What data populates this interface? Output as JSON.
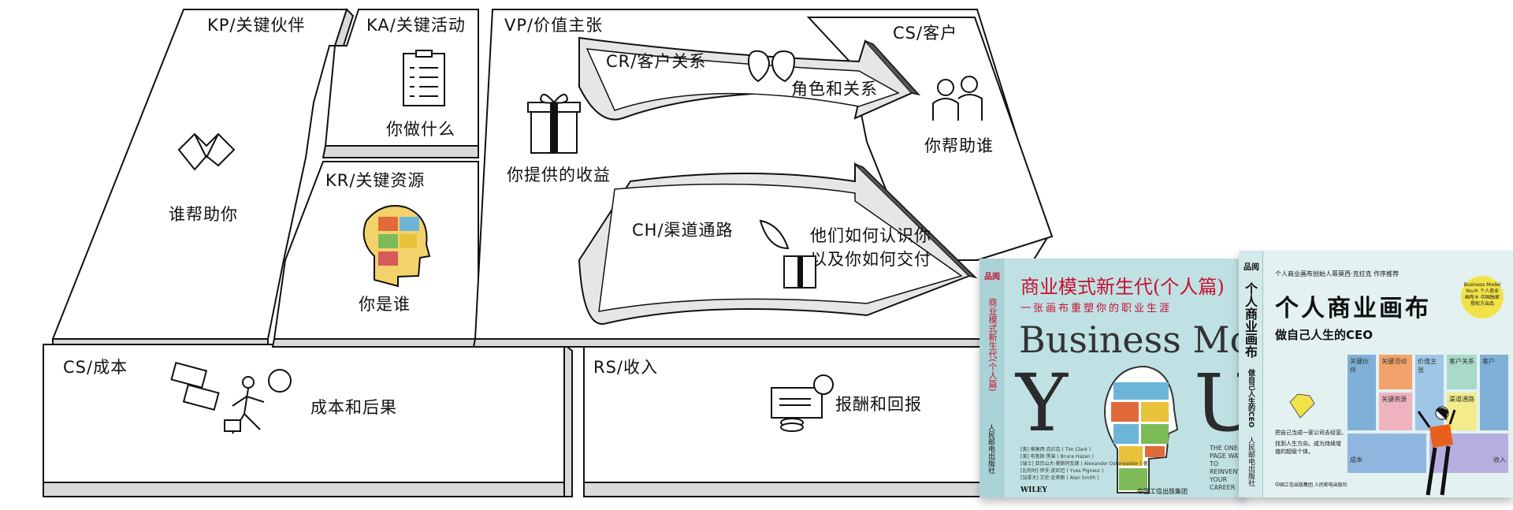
{
  "canvas": {
    "kp": {
      "title": "KP/关键伙伴",
      "desc": "谁帮助你"
    },
    "ka": {
      "title": "KA/关键活动",
      "desc": "你做什么"
    },
    "kr": {
      "title": "KR/关键资源",
      "desc": "你是谁"
    },
    "vp": {
      "title": "VP/价值主张",
      "desc": "你提供的收益"
    },
    "cr": {
      "title": "CR/客户关系",
      "desc": "角色和关系"
    },
    "cs": {
      "title": "CS/客户",
      "desc": "你帮助谁"
    },
    "ch": {
      "title": "CH/渠道通路",
      "desc_line1": "他们如何认识你",
      "desc_line2": "以及你如何交付"
    },
    "cost": {
      "title": "CS/成本",
      "desc": "成本和后果"
    },
    "rs": {
      "title": "RS/收入",
      "desc": "报酬和回报"
    }
  },
  "book1": {
    "brand": "品阅",
    "spine_title": "商业模式新生代(个人篇)",
    "spine_publisher": "人民邮电出版社",
    "title": "商业模式新生代(个人篇)",
    "subtitle": "一张画布重塑你的职业生涯",
    "english": "Business Model",
    "letter_y": "Y",
    "letter_u": "U",
    "tagline": "THE ONE-PAGE WAY TO REINVENT YOUR CAREER",
    "authors": [
      "[美] 蒂莫西·克拉克 ( Tim Clark )",
      "[美] 布鲁斯·黑曾 ( Bruce Hazen )",
      "[瑞士] 亚历山大·奥斯特瓦德 ( Alexander Osterwalder ) 著",
      "[比利时] 伊夫·皮尼厄 ( Yves Pigneur )",
      "[加拿大] 艾伦·史密斯 ( Alan Smith )"
    ],
    "publisher_logo": "WILEY",
    "imprint": "中国工信出版集团"
  },
  "book2": {
    "brand": "品阅",
    "endorsement": "个人商业画布创始人蒂莫西·克拉克 作序推荐",
    "title": "个人商业画布",
    "subtitle": "做自己人生的CEO",
    "badge": "Business Model You® 个人商业画布® 中国独家 授权方出品",
    "slogan1": "把自己当成一家公司去经营。",
    "slogan2": "找到人生方向，成为持续增值的超级个体。",
    "spine_publisher": "人民邮电出版社",
    "imprint": "中国工信出版集团  人民邮电出版社",
    "mini_canvas": [
      "关键伙伴",
      "关键活动",
      "价值主张",
      "客户关系",
      "客户",
      "关键资源",
      "渠道通路",
      "成本",
      "收入"
    ]
  },
  "colors": {
    "panel_edge": "#d9d9d9",
    "arrow": "#e6e6e6",
    "book1": "#bfe1e4",
    "book1_title": "#c8102e",
    "book2": "#e3f1f1",
    "accent_orange": "#e8601c",
    "badge": "#f2e24a"
  }
}
